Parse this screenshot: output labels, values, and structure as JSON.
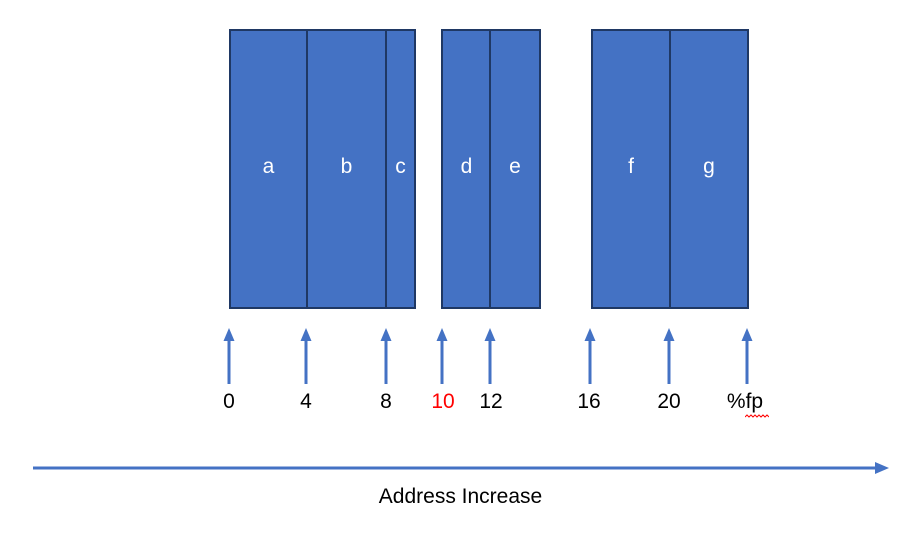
{
  "cells": [
    {
      "label": "a"
    },
    {
      "label": "b"
    },
    {
      "label": "c"
    },
    {
      "label": "d"
    },
    {
      "label": "e"
    },
    {
      "label": "f"
    },
    {
      "label": "g"
    }
  ],
  "ticks": [
    {
      "label": "0",
      "color": "#000000"
    },
    {
      "label": "4",
      "color": "#000000"
    },
    {
      "label": "8",
      "color": "#000000"
    },
    {
      "label": "10",
      "color": "#ff0000"
    },
    {
      "label": "12",
      "color": "#000000"
    },
    {
      "label": "16",
      "color": "#000000"
    },
    {
      "label": "20",
      "color": "#000000"
    },
    {
      "label": "%fp",
      "color": "#000000"
    }
  ],
  "axis_label": "Address Increase",
  "colors": {
    "cell_fill": "#4472c4",
    "cell_border": "#1f3864",
    "arrow": "#4472c4",
    "highlight": "#ff0000",
    "spellcheck": "#ff0000"
  }
}
